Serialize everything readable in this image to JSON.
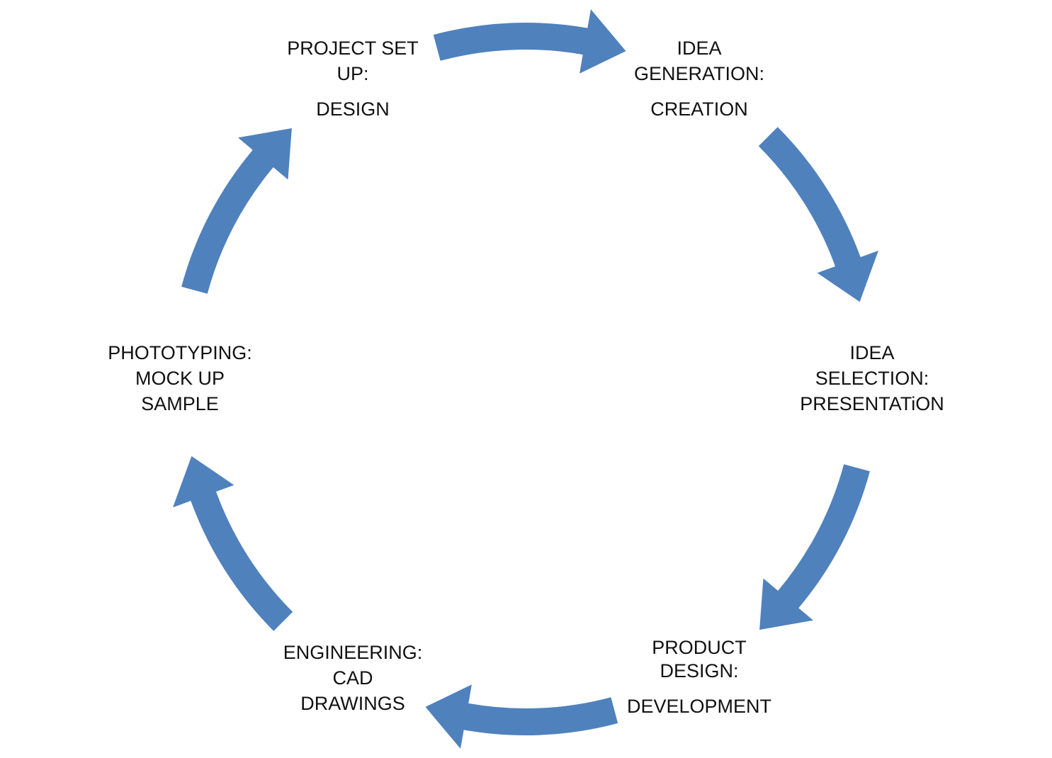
{
  "diagram": {
    "type": "cycle",
    "arrow_color": "#4F81BD",
    "steps": [
      {
        "id": "project-set-up",
        "lines": [
          "PROJECT SET",
          "UP:"
        ],
        "sub": "DESIGN"
      },
      {
        "id": "idea-generation",
        "lines": [
          "IDEA",
          "GENERATION:"
        ],
        "sub": "CREATION"
      },
      {
        "id": "idea-selection",
        "lines": [
          "IDEA",
          "SELECTION:"
        ],
        "sub": "PRESENTATiON"
      },
      {
        "id": "product-design",
        "lines": [
          "PRODUCT",
          "DESIGN:"
        ],
        "sub": "DEVELOPMENT"
      },
      {
        "id": "engineering",
        "lines": [
          "ENGINEERING:",
          "CAD"
        ],
        "sub": "DRAWINGS"
      },
      {
        "id": "prototyping",
        "lines": [
          "PHOTOTYPING:",
          "MOCK UP"
        ],
        "sub": "SAMPLE"
      }
    ]
  }
}
